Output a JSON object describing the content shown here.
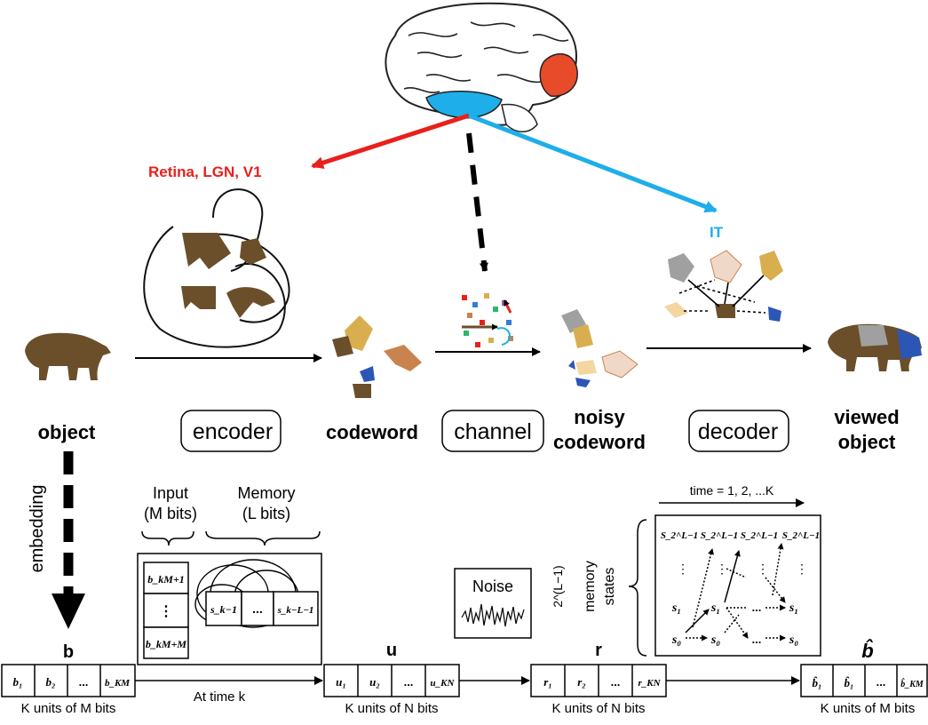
{
  "top": {
    "region_v1": "Retina, LGN, V1",
    "region_it": "IT",
    "object": "object",
    "encoder": "encoder",
    "codeword": "codeword",
    "channel": "channel",
    "noisy_line1": "noisy",
    "noisy_line2": "codeword",
    "decoder": "decoder",
    "viewed_line1": "viewed",
    "viewed_line2": "object"
  },
  "bottom": {
    "embedding": "embedding",
    "b_label": "b",
    "input_line1": "Input",
    "input_line2": "(M bits)",
    "memory_line1": "Memory",
    "memory_line2": "(L bits)",
    "noise": "Noise",
    "u_label": "u",
    "r_label": "r",
    "bhat_label": "b̂",
    "at_time_k": "At time k",
    "time_label": "time = 1, 2, ...K",
    "memory_states_line1": "memory",
    "memory_states_line2": "states",
    "states_count": "2^(L−1)",
    "caption_b": "K units of M bits",
    "caption_u": "K units of N bits",
    "caption_r": "K units of N bits",
    "caption_bhat": "K units of M bits",
    "b_cells": [
      "b₁",
      "b₂",
      "...",
      "b_KM"
    ],
    "u_cells": [
      "u₁",
      "u₂",
      "...",
      "u_KN"
    ],
    "r_cells": [
      "r₁",
      "r₂",
      "...",
      "r_KN"
    ],
    "bhat_cells": [
      "b̂₁",
      "b̂₁",
      "...",
      "b̂_KM"
    ],
    "input_cells": [
      "b_kM+1",
      "⋮",
      "b_kM+M"
    ],
    "memory_cells": [
      "s_k−1",
      "...",
      "s_k−L−1"
    ],
    "trellis_top": [
      "S_2^L−1",
      "S_2^L−1",
      "S_2^L−1",
      "S_2^L−1"
    ],
    "trellis_s1": [
      "s₁",
      "s₁",
      "...",
      "s₁"
    ],
    "trellis_s0": [
      "s₀",
      "s₀",
      "...",
      "s₀"
    ]
  },
  "colors": {
    "red": "#e8201c",
    "blue": "#1eaeea",
    "bear": "#6b4f2a"
  }
}
